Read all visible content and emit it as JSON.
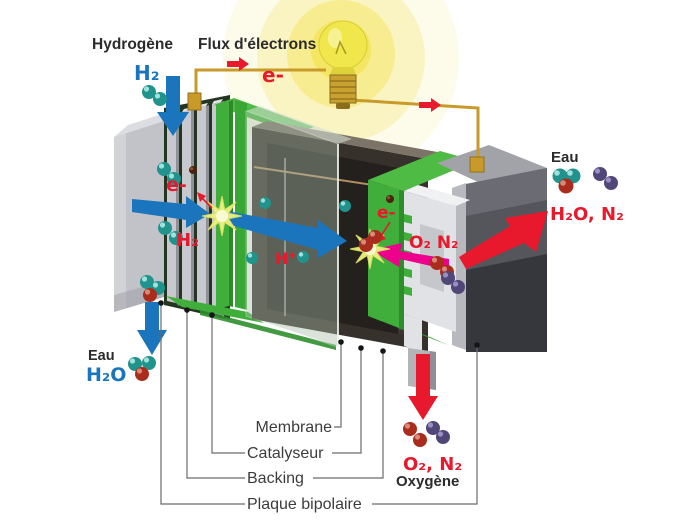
{
  "figure": {
    "type": "pem-fuel-cell-diagram",
    "inputs": {
      "hydrogen_label": "Hydrogène",
      "hydrogen_formula": "H₂",
      "oxygen_feed_formula": "O₂ N₂"
    },
    "electron_circuit": {
      "flow_label": "Flux d'électrons",
      "electron_symbol_wire": "e-",
      "electron_symbol_anode": "e-",
      "electron_symbol_cathode": "e-"
    },
    "reactions": {
      "anode_h2": "H₂",
      "proton": "H⁺"
    },
    "outputs": {
      "water_right_label": "Eau",
      "water_right_formula": "H₂O, N₂",
      "water_left_label": "Eau",
      "water_left_formula": "H₂O",
      "oxygen_out_formula": "O₂, N₂",
      "oxygen_out_label": "Oxygène"
    },
    "layers": [
      "Membrane",
      "Catalyseur",
      "Backing",
      "Plaque bipolaire"
    ],
    "colors": {
      "hydrogen_blue": "#1b75bc",
      "reaction_red": "#e8192c",
      "oxygen_magenta": "#ec008c",
      "cell_green": "#3fae3b",
      "wire_gold": "#c79a2a",
      "h2_sphere_teal": "#1f938c",
      "o_sphere_red": "#a92c1c",
      "n_sphere_purple": "#514678"
    }
  }
}
